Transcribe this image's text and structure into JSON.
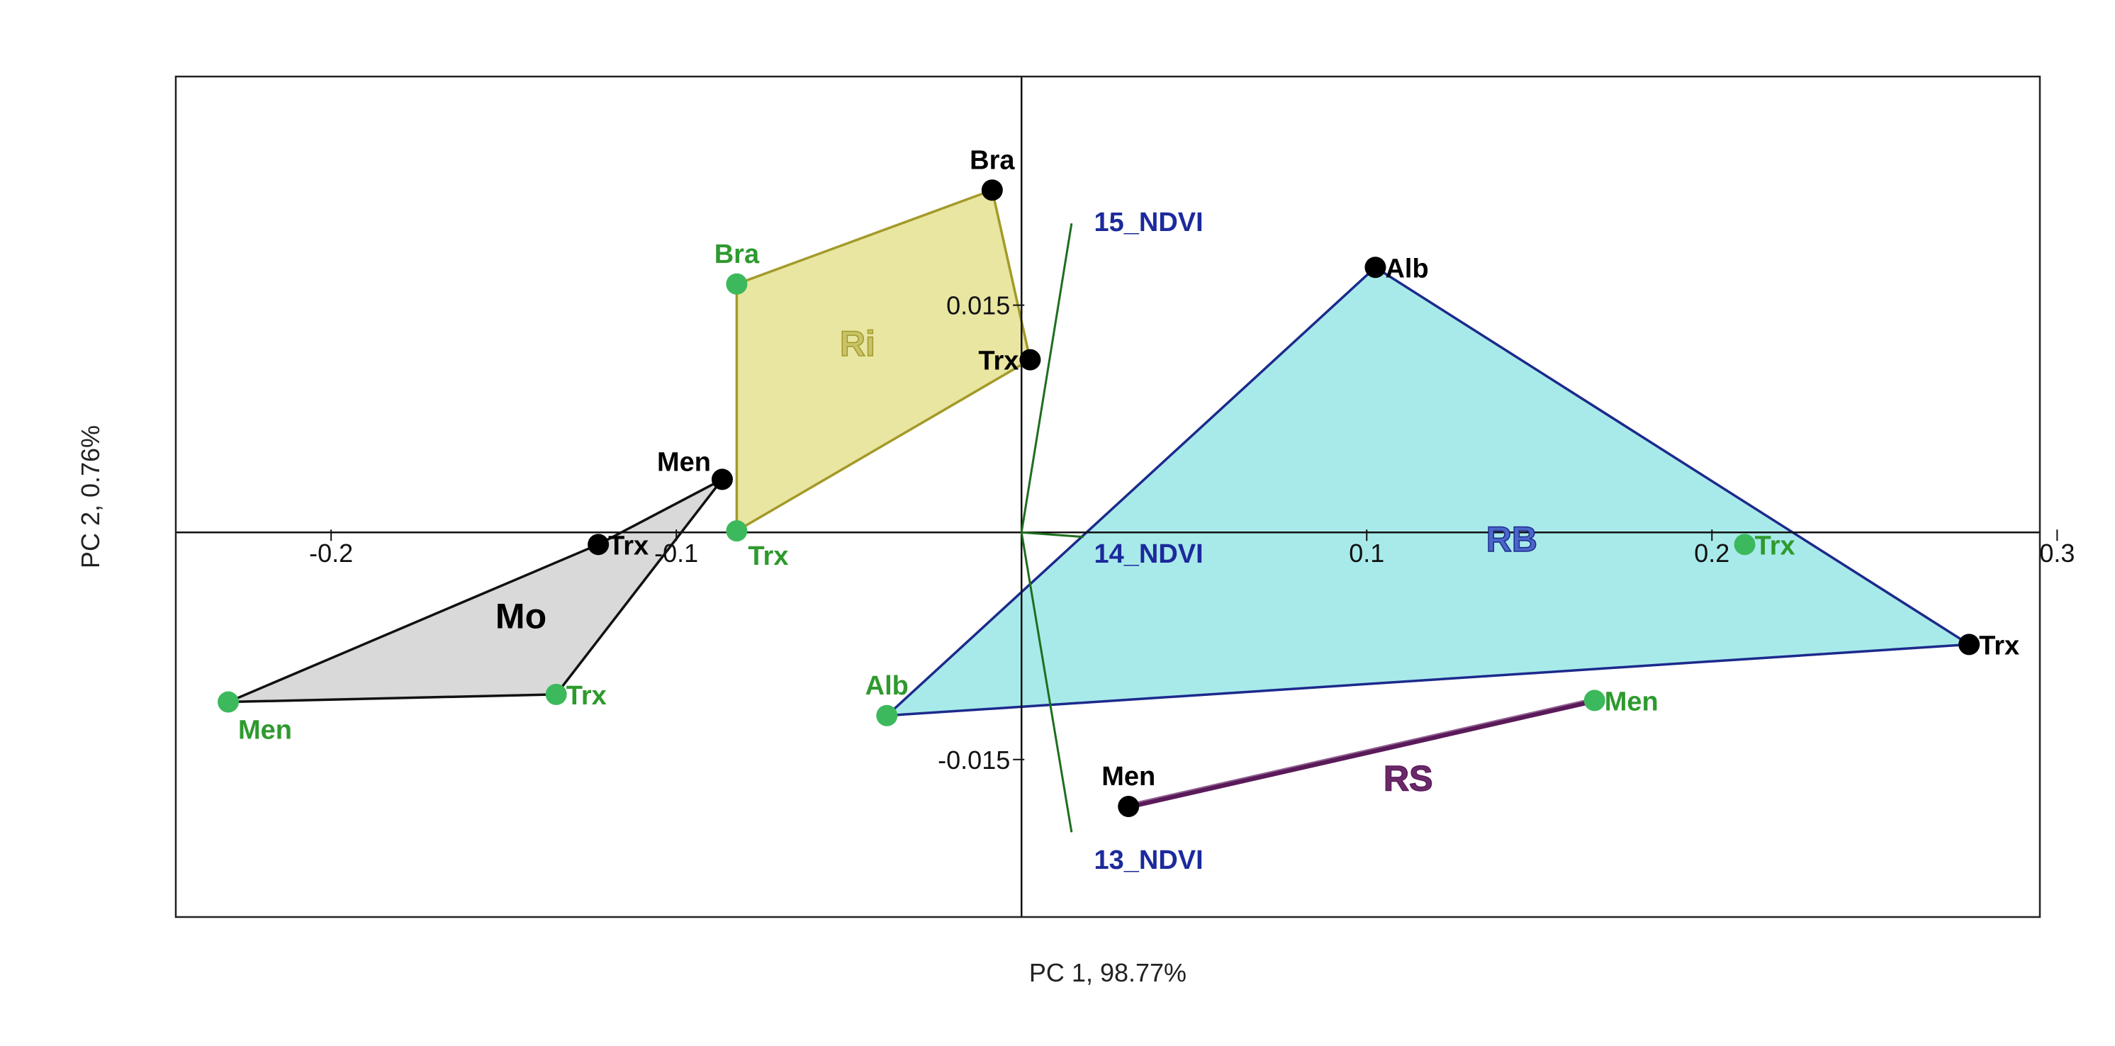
{
  "chart_data": {
    "type": "scatter",
    "xlabel": "PC 1, 98.77%",
    "ylabel": "PC 2, 0.76%",
    "xlim": [
      -0.245,
      0.295
    ],
    "ylim": [
      -0.0254,
      0.0301
    ],
    "grid": false,
    "x_ticks": [
      {
        "value": -0.2,
        "label": "-0.2"
      },
      {
        "value": -0.1,
        "label": "-0.1"
      },
      {
        "value": 0.1,
        "label": "0.1"
      },
      {
        "value": 0.2,
        "label": "0.2"
      },
      {
        "value": 0.3,
        "label": "0.3"
      }
    ],
    "y_ticks": [
      {
        "value": 0.015,
        "label": "0.015"
      },
      {
        "value": -0.015,
        "label": "-0.015"
      }
    ],
    "colors": {
      "black_point": "#000000",
      "green_point": "#3cb95c",
      "green_label": "#2e9a2e",
      "vector": "#1e6e1e",
      "vector_label": "#1c2a9c"
    },
    "groups": [
      {
        "label": "Mo",
        "fill": "#d9d9d9",
        "stroke": "#111111",
        "label_color": "#000000",
        "label_x": -0.145,
        "label_y": -0.0055,
        "vertices": [
          [
            -0.2298,
            -0.0112
          ],
          [
            -0.1348,
            -0.0107
          ],
          [
            -0.0867,
            0.0035
          ],
          [
            -0.1226,
            -0.0008
          ]
        ]
      },
      {
        "label": "Ri",
        "fill": "#e8e6a1",
        "stroke": "#a39a28",
        "label_color": "#c8c26a",
        "label_x": -0.0475,
        "label_y": 0.0125,
        "vertices": [
          [
            -0.0825,
            0.0164
          ],
          [
            -0.0085,
            0.0226
          ],
          [
            0.0025,
            0.0114
          ],
          [
            -0.0825,
            0.0001
          ]
        ]
      },
      {
        "label": "RB",
        "fill": "#a8eaea",
        "stroke": "#1c2a8c",
        "label_color": "#4a66c8",
        "label_x": 0.142,
        "label_y": -0.0004,
        "vertices": [
          [
            -0.039,
            -0.0121
          ],
          [
            0.1025,
            0.0175
          ],
          [
            0.2745,
            -0.0074
          ]
        ]
      },
      {
        "label": "RS",
        "fill": "none",
        "stroke": "#5a1a5a",
        "label_color": "#6a2a6a",
        "label_x": 0.112,
        "label_y": -0.0162,
        "vertices": [
          [
            0.031,
            -0.0181
          ],
          [
            0.166,
            -0.0111
          ]
        ]
      }
    ],
    "points": [
      {
        "label": "Bra",
        "x": -0.0085,
        "y": 0.0226,
        "color": "black",
        "anchor": "above"
      },
      {
        "label": "Alb",
        "x": 0.1025,
        "y": 0.0175,
        "color": "black",
        "anchor": "right"
      },
      {
        "label": "Trx",
        "x": 0.0025,
        "y": 0.0114,
        "color": "black",
        "anchor": "left"
      },
      {
        "label": "Men",
        "x": -0.0867,
        "y": 0.0035,
        "color": "black",
        "anchor": "left-above"
      },
      {
        "label": "Trx",
        "x": -0.1226,
        "y": -0.0008,
        "color": "black",
        "anchor": "right"
      },
      {
        "label": "Trx",
        "x": 0.2745,
        "y": -0.0074,
        "color": "black",
        "anchor": "right"
      },
      {
        "label": "Men",
        "x": 0.031,
        "y": -0.0181,
        "color": "black",
        "anchor": "above"
      },
      {
        "label": "Bra",
        "x": -0.0825,
        "y": 0.0164,
        "color": "green",
        "anchor": "above"
      },
      {
        "label": "Trx",
        "x": -0.0825,
        "y": 0.0001,
        "color": "green",
        "anchor": "right-below"
      },
      {
        "label": "Alb",
        "x": -0.039,
        "y": -0.0121,
        "color": "green",
        "anchor": "above"
      },
      {
        "label": "Men",
        "x": -0.2298,
        "y": -0.0112,
        "color": "green",
        "anchor": "below"
      },
      {
        "label": "Trx",
        "x": -0.1348,
        "y": -0.0107,
        "color": "green",
        "anchor": "right"
      },
      {
        "label": "Trx",
        "x": 0.2095,
        "y": -0.0008,
        "color": "green",
        "anchor": "right"
      },
      {
        "label": "Men",
        "x": 0.166,
        "y": -0.0111,
        "color": "green",
        "anchor": "right"
      }
    ],
    "vectors": [
      {
        "label": "15_NDVI",
        "x": 0.0145,
        "y": 0.0204,
        "label_x": 0.021,
        "label_y": 0.0205
      },
      {
        "label": "14_NDVI",
        "x": 0.018,
        "y": -0.0003,
        "label_x": 0.021,
        "label_y": -0.0014
      },
      {
        "label": "13_NDVI",
        "x": 0.0145,
        "y": -0.0198,
        "label_x": 0.021,
        "label_y": -0.0216
      }
    ]
  }
}
